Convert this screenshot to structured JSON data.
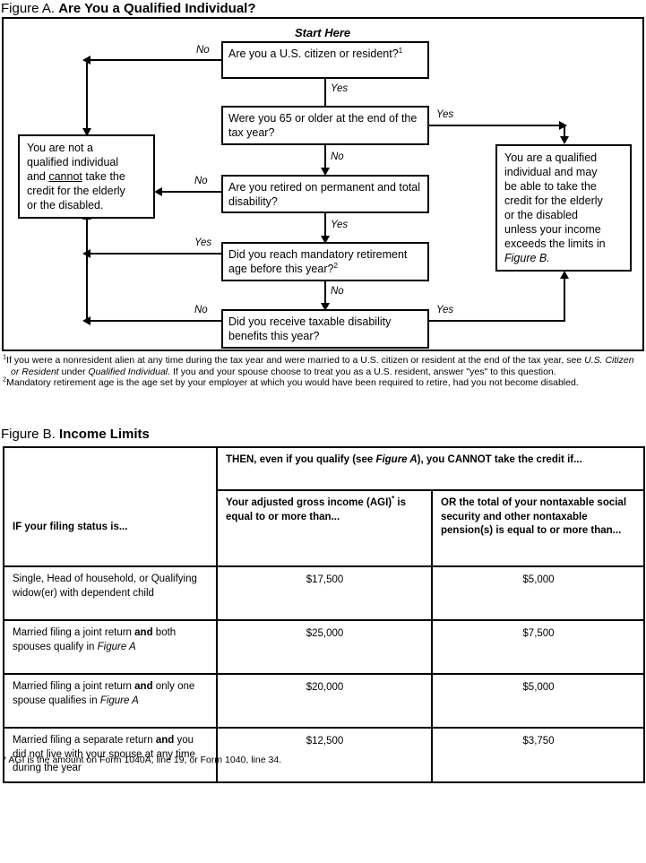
{
  "figureA": {
    "title_prefix": "Figure A.",
    "title_main": "Are You a Qualified Individual?",
    "start_here": "Start Here",
    "boxes": {
      "q1": "Are you a U.S. citizen or resident?",
      "q1_footnote_mark": "1",
      "q2": "Were you 65 or older at the end of the tax year?",
      "q3": "Are you retired on permanent and total disability?",
      "q4_part1": "Did you reach mandatory retirement age before this year?",
      "q4_footnote_mark": "2",
      "q5": "Did you receive taxable disability benefits this year?",
      "not_qualified_1": "You are not a",
      "not_qualified_2": "qualified individual",
      "not_qualified_3a": "and ",
      "not_qualified_3b": "cannot",
      "not_qualified_3c": " take the",
      "not_qualified_4": "credit for the elderly",
      "not_qualified_5": "or the disabled.",
      "qualified_1": "You are a qualified",
      "qualified_2": "individual and may",
      "qualified_3": "be able to take the",
      "qualified_4": "credit for the elderly",
      "qualified_5": "or the disabled",
      "qualified_6": "unless your income",
      "qualified_7": "exceeds the limits in",
      "qualified_8": "Figure B."
    },
    "edge_labels": {
      "q1_no": "No",
      "q1_yes": "Yes",
      "q2_yes": "Yes",
      "q2_no": "No",
      "q3_no": "No",
      "q3_yes": "Yes",
      "q4_yes": "Yes",
      "q4_no": "No",
      "q5_no": "No",
      "q5_yes": "Yes"
    },
    "footnotes": {
      "n1_mark": "1",
      "n1_a": "If you were a nonresident alien at any time during the tax year and were married to a U.S. citizen or resident at the end of the tax year, see ",
      "n1_i1": "U.S. Citizen or Resident",
      "n1_b": " under ",
      "n1_i2": "Qualified Individual",
      "n1_c": ". If you and your spouse choose to treat you as a U.S. resident, answer \"yes\" to this question.",
      "n2_mark": "2",
      "n2_a": "Mandatory retirement age is the age set by your employer at which you would have been required to retire, had you not become disabled."
    }
  },
  "figureB": {
    "title_prefix": "Figure B.",
    "title_main": "Income Limits",
    "headers": {
      "then_row_a": "THEN, even if you qualify (see ",
      "then_row_i": "Figure A",
      "then_row_b": "), you CANNOT take the credit if...",
      "col1": "IF your filing status is...",
      "col2_a": "Your adjusted gross income (AGI)",
      "col2_mark": "*",
      "col2_b": " is equal to or more than...",
      "col3": "OR the total of your nontaxable social security and other nontaxable pension(s) is equal to or more than..."
    },
    "rows": [
      {
        "status_plain": "Single, Head of household, or Qualifying widow(er) with dependent child",
        "agi": "$17,500",
        "nontaxable": "$5,000"
      },
      {
        "status_pre": "Married filing a joint return ",
        "status_bold": "and",
        "status_post": " both spouses qualify in ",
        "status_italic": "Figure A",
        "agi": "$25,000",
        "nontaxable": "$7,500"
      },
      {
        "status_pre": "Married filing a joint return ",
        "status_bold": "and",
        "status_post": " only one spouse qualifies in ",
        "status_italic": "Figure A",
        "agi": "$20,000",
        "nontaxable": "$5,000"
      },
      {
        "status_pre": "Married filing a separate return ",
        "status_bold": "and",
        "status_post": " you did not live with your spouse at any time during the year",
        "status_italic": "",
        "agi": "$12,500",
        "nontaxable": "$3,750"
      }
    ],
    "footnote": "* AGI is the amount on Form 1040A, line 19, or Form 1040, line 34."
  }
}
